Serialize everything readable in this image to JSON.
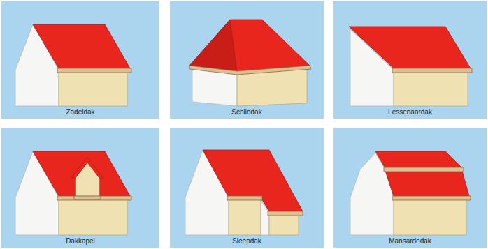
{
  "diagram": {
    "nodes": [
      {
        "text": [
          "Zadeldak"
        ]
      },
      {
        "text": [
          "Schilddak"
        ]
      },
      {
        "text": [
          "Lessenaardak"
        ]
      },
      {
        "text": [
          "Dakkapel"
        ]
      },
      {
        "text": [
          "Sleepdak"
        ]
      },
      {
        "text": [
          "Mansardedak"
        ]
      }
    ]
  }
}
